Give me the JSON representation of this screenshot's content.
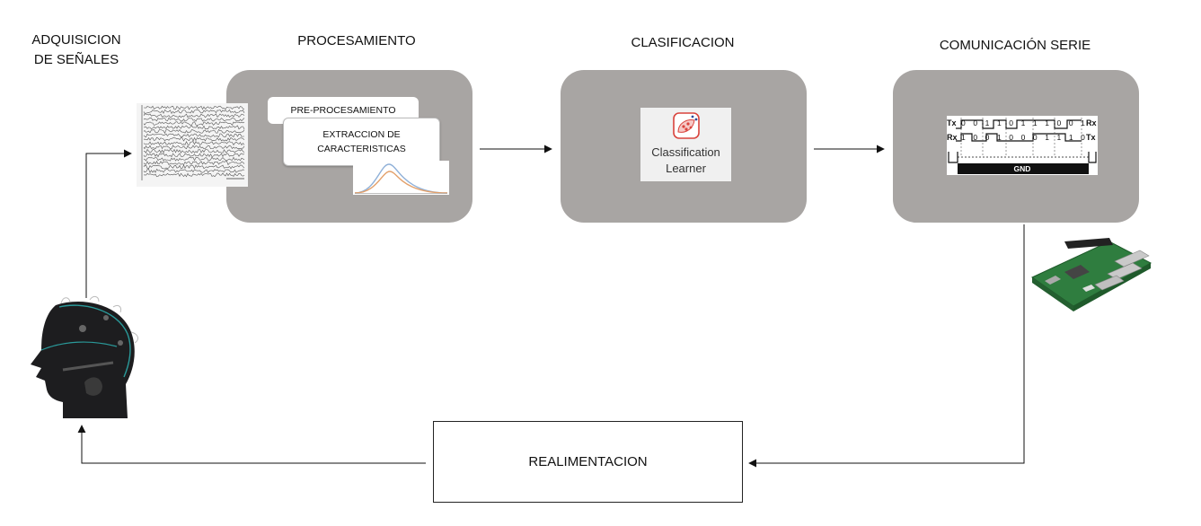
{
  "stages": {
    "acquisition": {
      "title_line1": "ADQUISICION",
      "title_line2": "DE SEÑALES"
    },
    "processing": {
      "title": "PROCESAMIENTO",
      "preprocessing_label": "PRE-PROCESAMIENTO",
      "feature_line1": "EXTRACCION DE",
      "feature_line2": "CARACTERISTICAS"
    },
    "classification": {
      "title": "CLASIFICACION",
      "app_line1": "Classification",
      "app_line2": "Learner"
    },
    "serial": {
      "title": "COMUNICACIÓN SERIE",
      "tx_label": "Tx",
      "rx_label": "Rx",
      "tx_bits": [
        "0",
        "0",
        "1",
        "1",
        "0",
        "1",
        "1",
        "1",
        "0",
        "0",
        "1"
      ],
      "rx_bits": [
        "1",
        "0",
        "0",
        "1",
        "0",
        "0",
        "0",
        "1",
        "1",
        "1",
        "0"
      ],
      "tx_end": "Rx",
      "rx_end": "Tx",
      "gnd_label": "GND"
    },
    "feedback": {
      "label": "REALIMENTACION"
    }
  },
  "colors": {
    "stage_fill": "#a8a5a3",
    "arrow": "#111111",
    "curve_blue": "#8fb0d8",
    "curve_orange": "#e3a06a",
    "app_icon": "#d9433c"
  },
  "icons": {
    "eeg_signal": "eeg-chart-icon",
    "head": "eeg-cap-head-icon",
    "board": "raspberry-pi-icon"
  }
}
